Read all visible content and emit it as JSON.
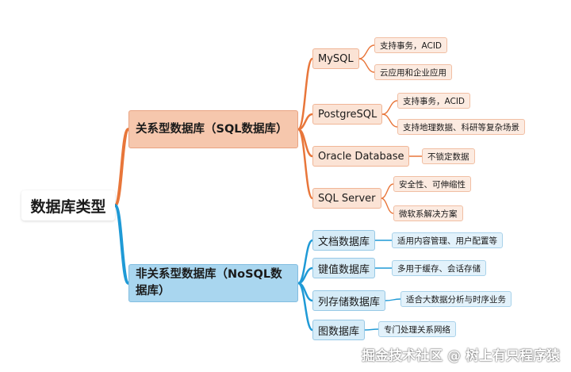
{
  "root": "数据库类型",
  "branches": [
    {
      "label": "关系型数据库（SQL数据库）",
      "children": [
        {
          "label": "MySQL",
          "leaves": [
            "支持事务，ACID",
            "云应用和企业应用"
          ]
        },
        {
          "label": "PostgreSQL",
          "leaves": [
            "支持事务，ACID",
            "支持地理数据、科研等复杂场景"
          ]
        },
        {
          "label": "Oracle Database",
          "leaves": [
            "不锁定数据"
          ]
        },
        {
          "label": "SQL Server",
          "leaves": [
            "安全性、可伸缩性",
            "微软系解决方案"
          ]
        }
      ]
    },
    {
      "label": "非关系型数据库（NoSQL数据库）",
      "children": [
        {
          "label": "文档数据库",
          "leaves": [
            "适用内容管理、用户配置等"
          ]
        },
        {
          "label": "键值数据库",
          "leaves": [
            "多用于缓存、会话存储"
          ]
        },
        {
          "label": "列存储数据库",
          "leaves": [
            "适合大数据分析与时序业务"
          ]
        },
        {
          "label": "图数据库",
          "leaves": [
            "专门处理关系网络"
          ]
        }
      ]
    }
  ],
  "colors": {
    "relational_line": "#e8763a",
    "nonrelational_line": "#1f9ad6"
  },
  "watermark": "掘金技术社区 @ 树上有只程序猿"
}
